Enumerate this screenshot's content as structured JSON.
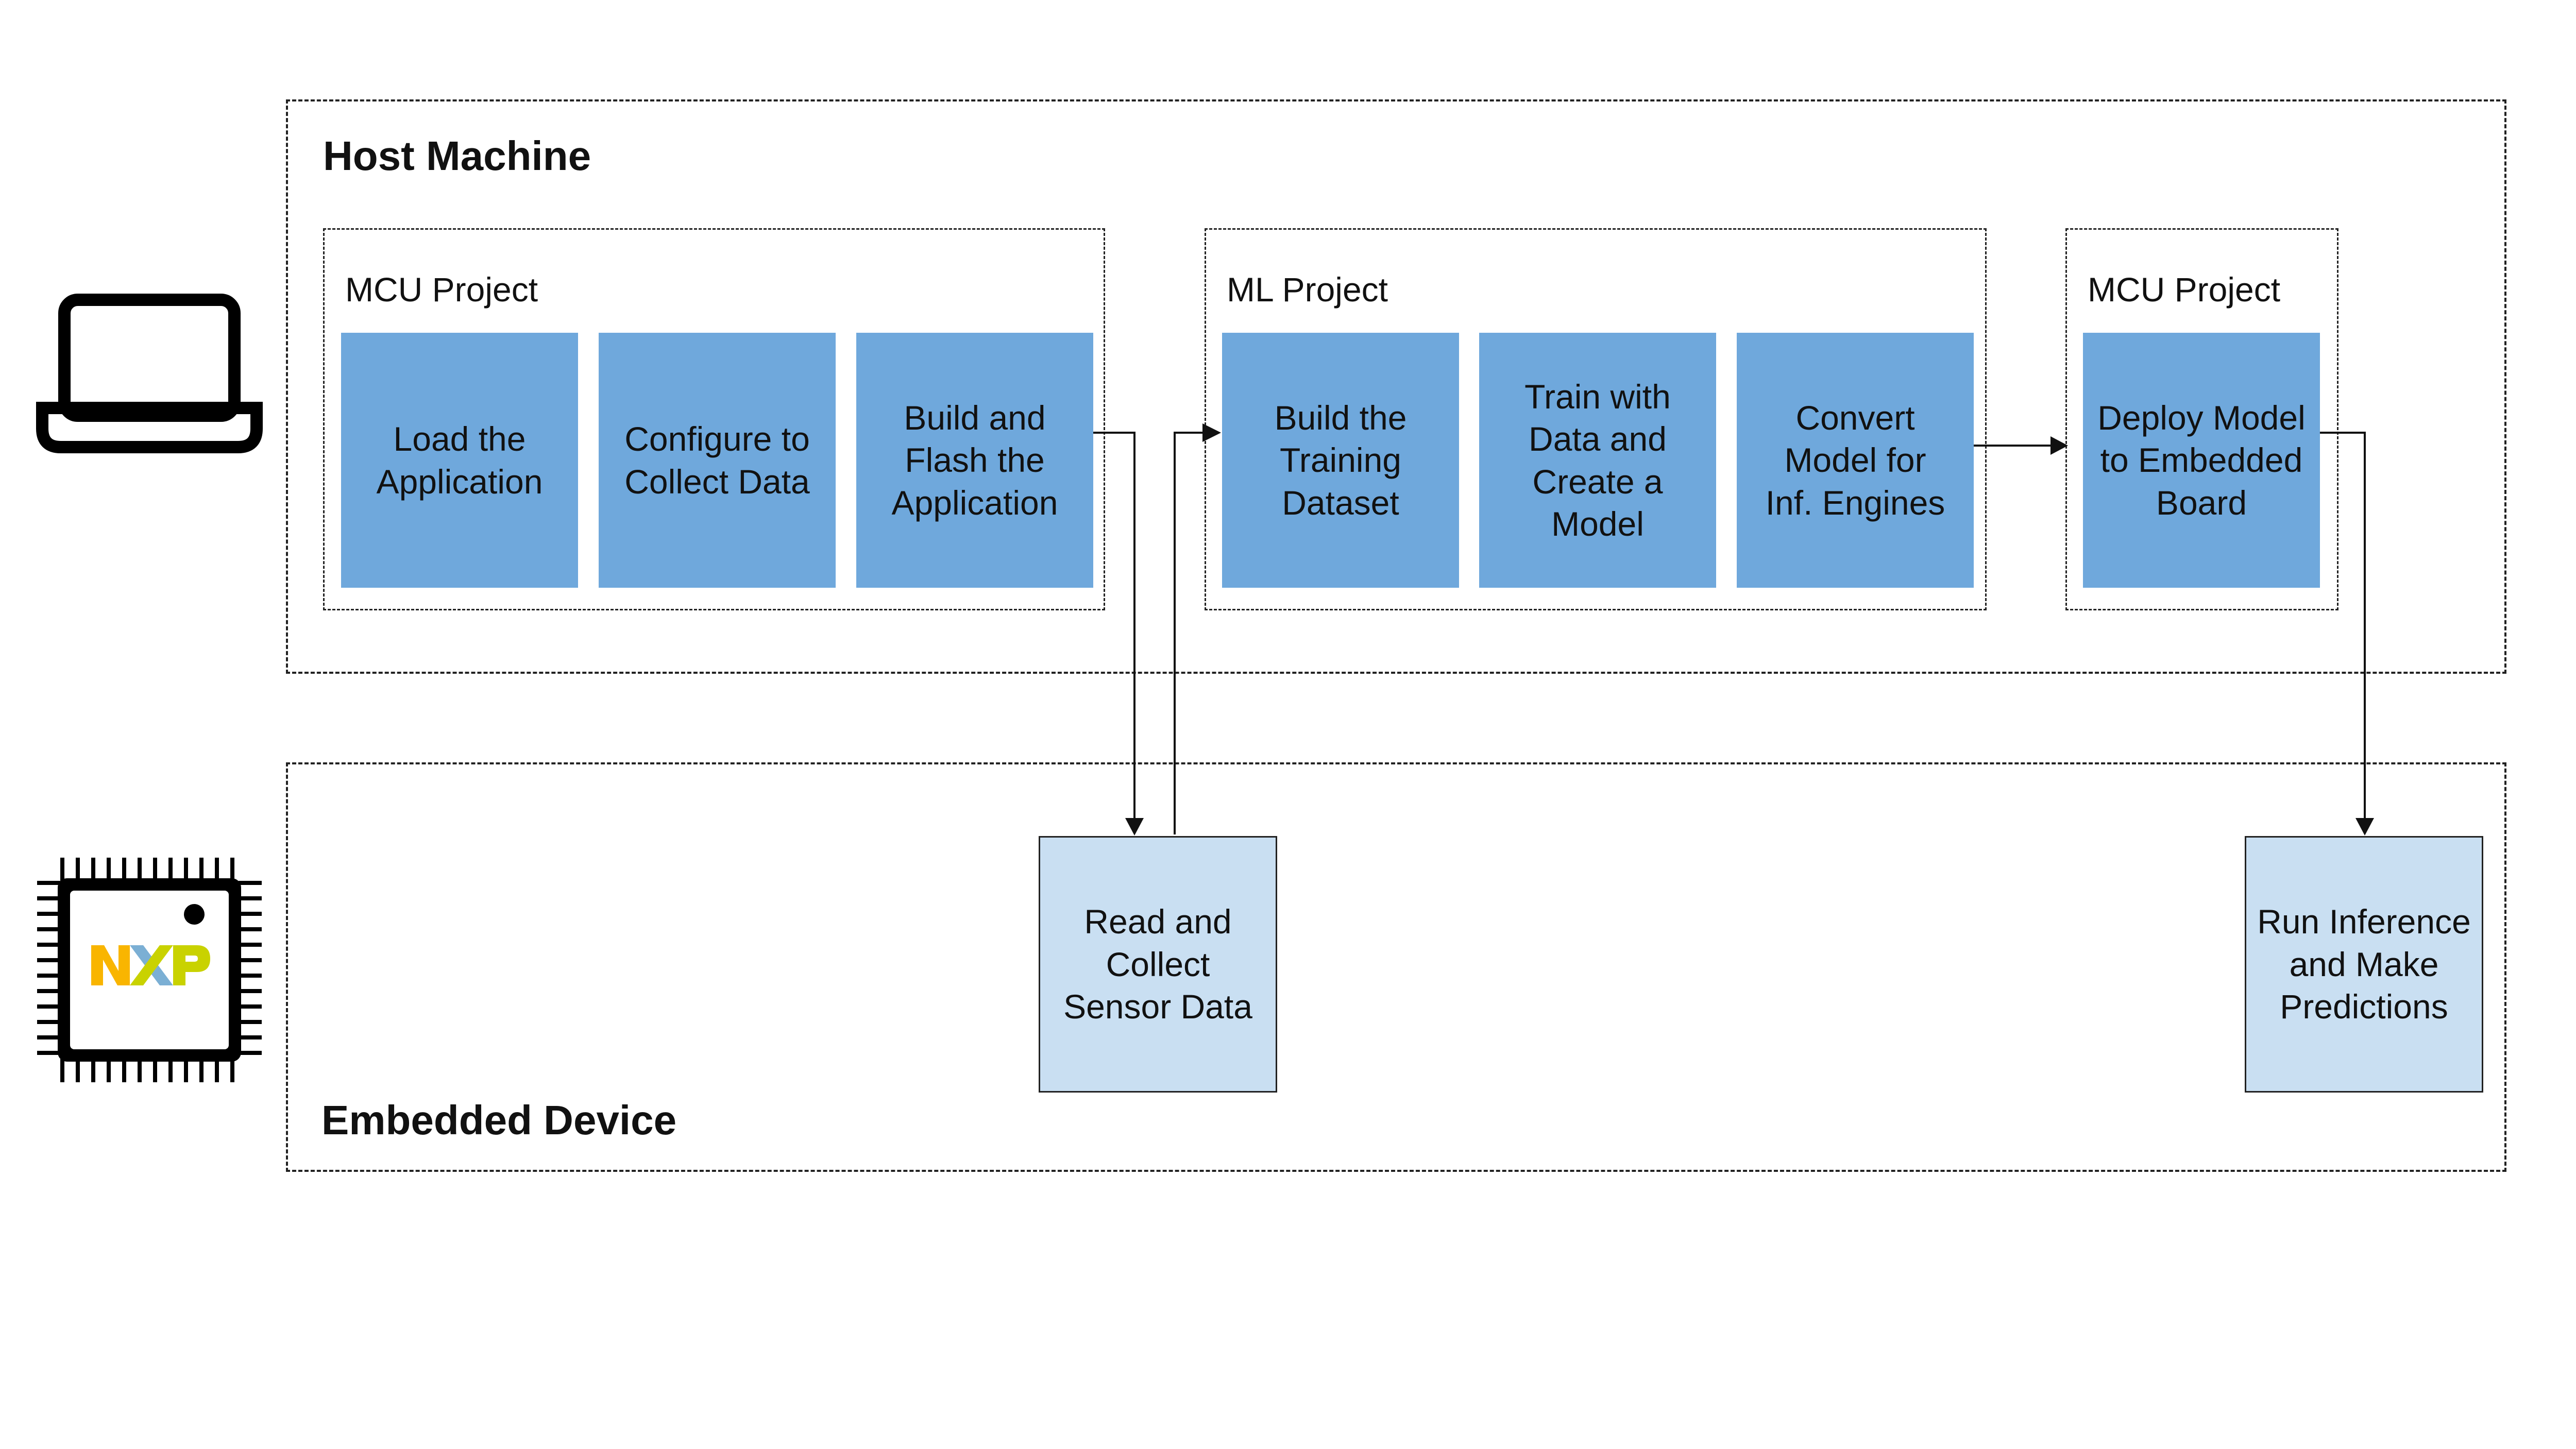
{
  "host": {
    "title": "Host Machine",
    "projects": [
      {
        "title": "MCU Project",
        "steps": [
          "Load the\nApplication",
          "Configure to\nCollect Data",
          "Build and\nFlash the\nApplication"
        ]
      },
      {
        "title": "ML Project",
        "steps": [
          "Build the\nTraining\nDataset",
          "Train with\nData and\nCreate a\nModel",
          "Convert\nModel for\nInf. Engines"
        ]
      },
      {
        "title": "MCU Project",
        "steps": [
          "Deploy Model\nto Embedded\nBoard"
        ]
      }
    ]
  },
  "device": {
    "title": "Embedded Device",
    "steps": [
      "Read and\nCollect\nSensor Data",
      "Run Inference\nand Make\nPredictions"
    ]
  },
  "icons": {
    "host": "laptop-icon",
    "device": "chip-icon"
  },
  "chip_logo": "NXP",
  "colors": {
    "step_fill": "#6fa8dc",
    "device_step_fill": "#c9dff2",
    "logo_n": "#f9b500",
    "logo_x1": "#7bafd4",
    "logo_x2": "#c9d200",
    "logo_p": "#c9d200"
  }
}
